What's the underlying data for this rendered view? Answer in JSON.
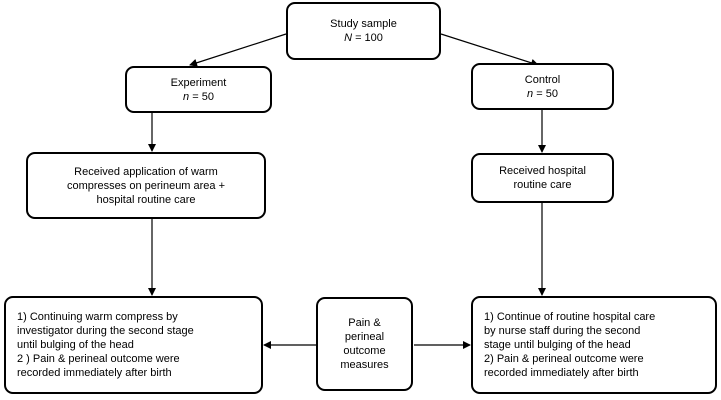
{
  "study_sample": {
    "title": "Study sample",
    "n_label": "N",
    "n_value": "= 100"
  },
  "experiment": {
    "title": "Experiment",
    "n_label": "n",
    "n_value": "= 50"
  },
  "control": {
    "title": "Control",
    "n_label": "n",
    "n_value": "= 50"
  },
  "experiment_intervention": {
    "lines": [
      "Received application of warm",
      "compresses on perineum area +",
      "hospital routine care"
    ]
  },
  "control_intervention": {
    "lines": [
      "Received hospital",
      "routine care"
    ]
  },
  "measures": {
    "lines": [
      "Pain &",
      "perineal",
      "outcome",
      "measures"
    ]
  },
  "experiment_outcome": {
    "lines": [
      "1) Continuing warm compress by",
      "investigator during the second stage",
      "until bulging of the head",
      "2 ) Pain & perineal outcome were",
      "recorded immediately after birth"
    ]
  },
  "control_outcome": {
    "lines": [
      "1) Continue of routine hospital care",
      "by nurse staff during the second",
      "stage until bulging of the head",
      "2) Pain & perineal outcome were",
      "recorded immediately after birth"
    ]
  }
}
